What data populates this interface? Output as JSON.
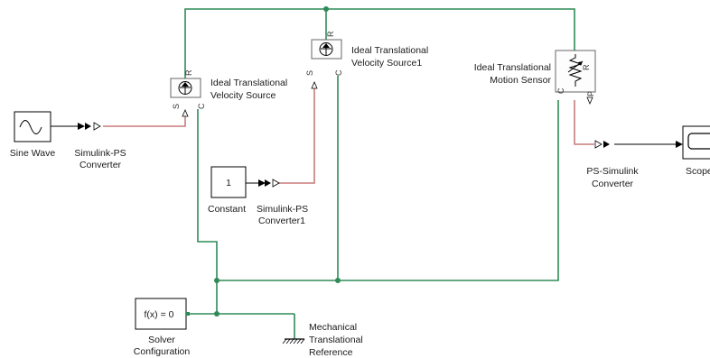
{
  "colors": {
    "physical_line": "#2e8b57",
    "ps_signal_line": "#c87c7c",
    "signal_line": "#000000"
  },
  "blocks": {
    "sine_wave": {
      "label": "Sine Wave",
      "icon": "sine-wave-icon"
    },
    "sl_ps_converter": {
      "label_line1": "Simulink-PS",
      "label_line2": "Converter"
    },
    "vel_source": {
      "label_line1": "Ideal Translational",
      "label_line2": "Velocity Source",
      "port_r": "R",
      "port_c": "C",
      "port_s": "S"
    },
    "vel_source1": {
      "label_line1": "Ideal Translational",
      "label_line2": "Velocity Source1",
      "port_r": "R",
      "port_c": "C",
      "port_s": "S"
    },
    "motion_sensor": {
      "label_line1": "Ideal Translational",
      "label_line2": "Motion Sensor",
      "port_r": "R",
      "port_c": "C",
      "port_p": "P"
    },
    "constant": {
      "value": "1",
      "label": "Constant"
    },
    "sl_ps_converter1": {
      "label_line1": "Simulink-PS",
      "label_line2": "Converter1"
    },
    "ps_sl_converter": {
      "label_line1": "PS-Simulink",
      "label_line2": "Converter"
    },
    "scope": {
      "label": "Scope",
      "icon": "scope-screen-icon"
    },
    "solver": {
      "text": "f(x) = 0",
      "label_line1": "Solver",
      "label_line2": "Configuration"
    },
    "mech_ref": {
      "label_line1": "Mechanical",
      "label_line2": "Translational",
      "label_line3": "Reference",
      "icon": "ground-icon"
    }
  }
}
